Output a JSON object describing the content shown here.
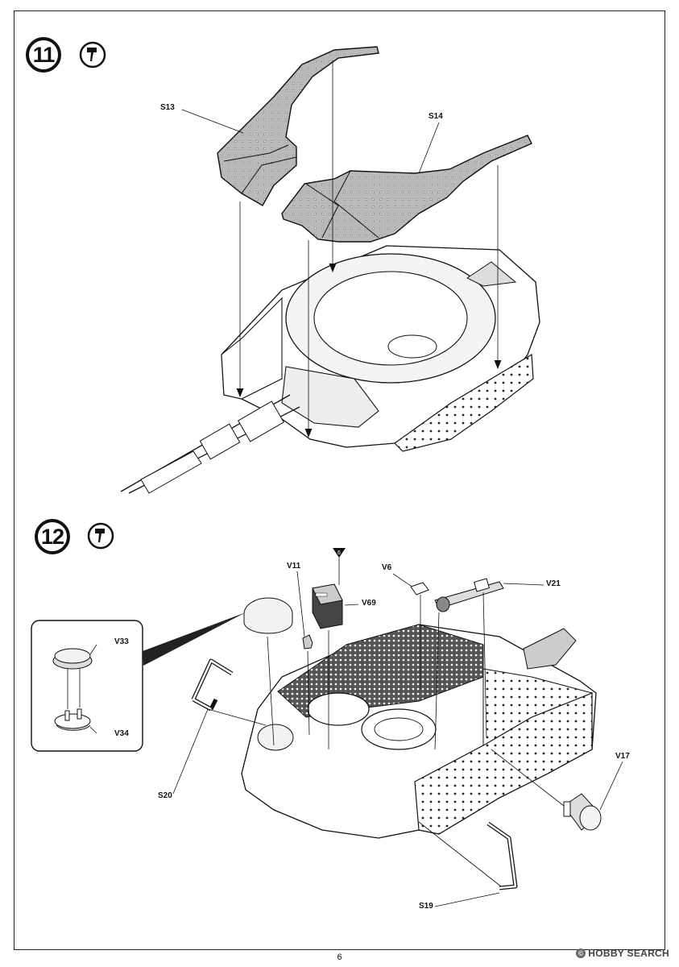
{
  "steps": [
    {
      "number": "11",
      "icon": "glue-icon"
    },
    {
      "number": "12",
      "icon": "glue-icon"
    }
  ],
  "step11": {
    "parts": {
      "s13": "S13",
      "s14": "S14"
    }
  },
  "step12": {
    "parts": {
      "v11": "V11",
      "v6": "V6",
      "v21": "V21",
      "v69": "V69",
      "v33": "V33",
      "v34": "V34",
      "s20": "S20",
      "v17": "V17",
      "s19": "S19"
    },
    "paint_marker": "6"
  },
  "page_number": "6",
  "watermark": "HOBBY SEARCH"
}
